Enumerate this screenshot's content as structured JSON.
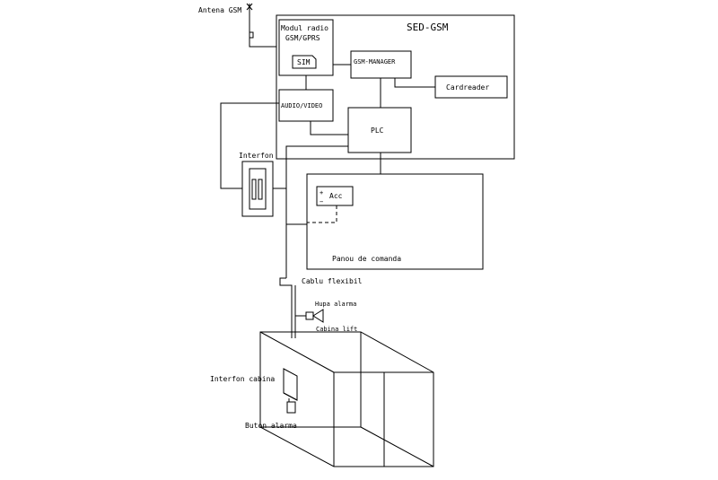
{
  "labels": {
    "antenna": "Antena GSM",
    "sed_gsm": "SED-GSM",
    "radio_module_line1": "Modul radio",
    "radio_module_line2": "GSM/GPRS",
    "sim": "SIM",
    "gsm_manager": "GSM-MANAGER",
    "cardreader": "Cardreader",
    "audio_video": "AUDIO/VIDEO",
    "plc": "PLC",
    "interfon": "Interfon",
    "acc": "Acc",
    "control_panel": "Panou de comanda",
    "flexible_cable": "Cablu flexibil",
    "alarm_horn": "Hupa alarma",
    "lift_cabin": "Cabina lift",
    "cabin_interfon": "Interfon cabina",
    "alarm_button": "Buton alarma"
  }
}
